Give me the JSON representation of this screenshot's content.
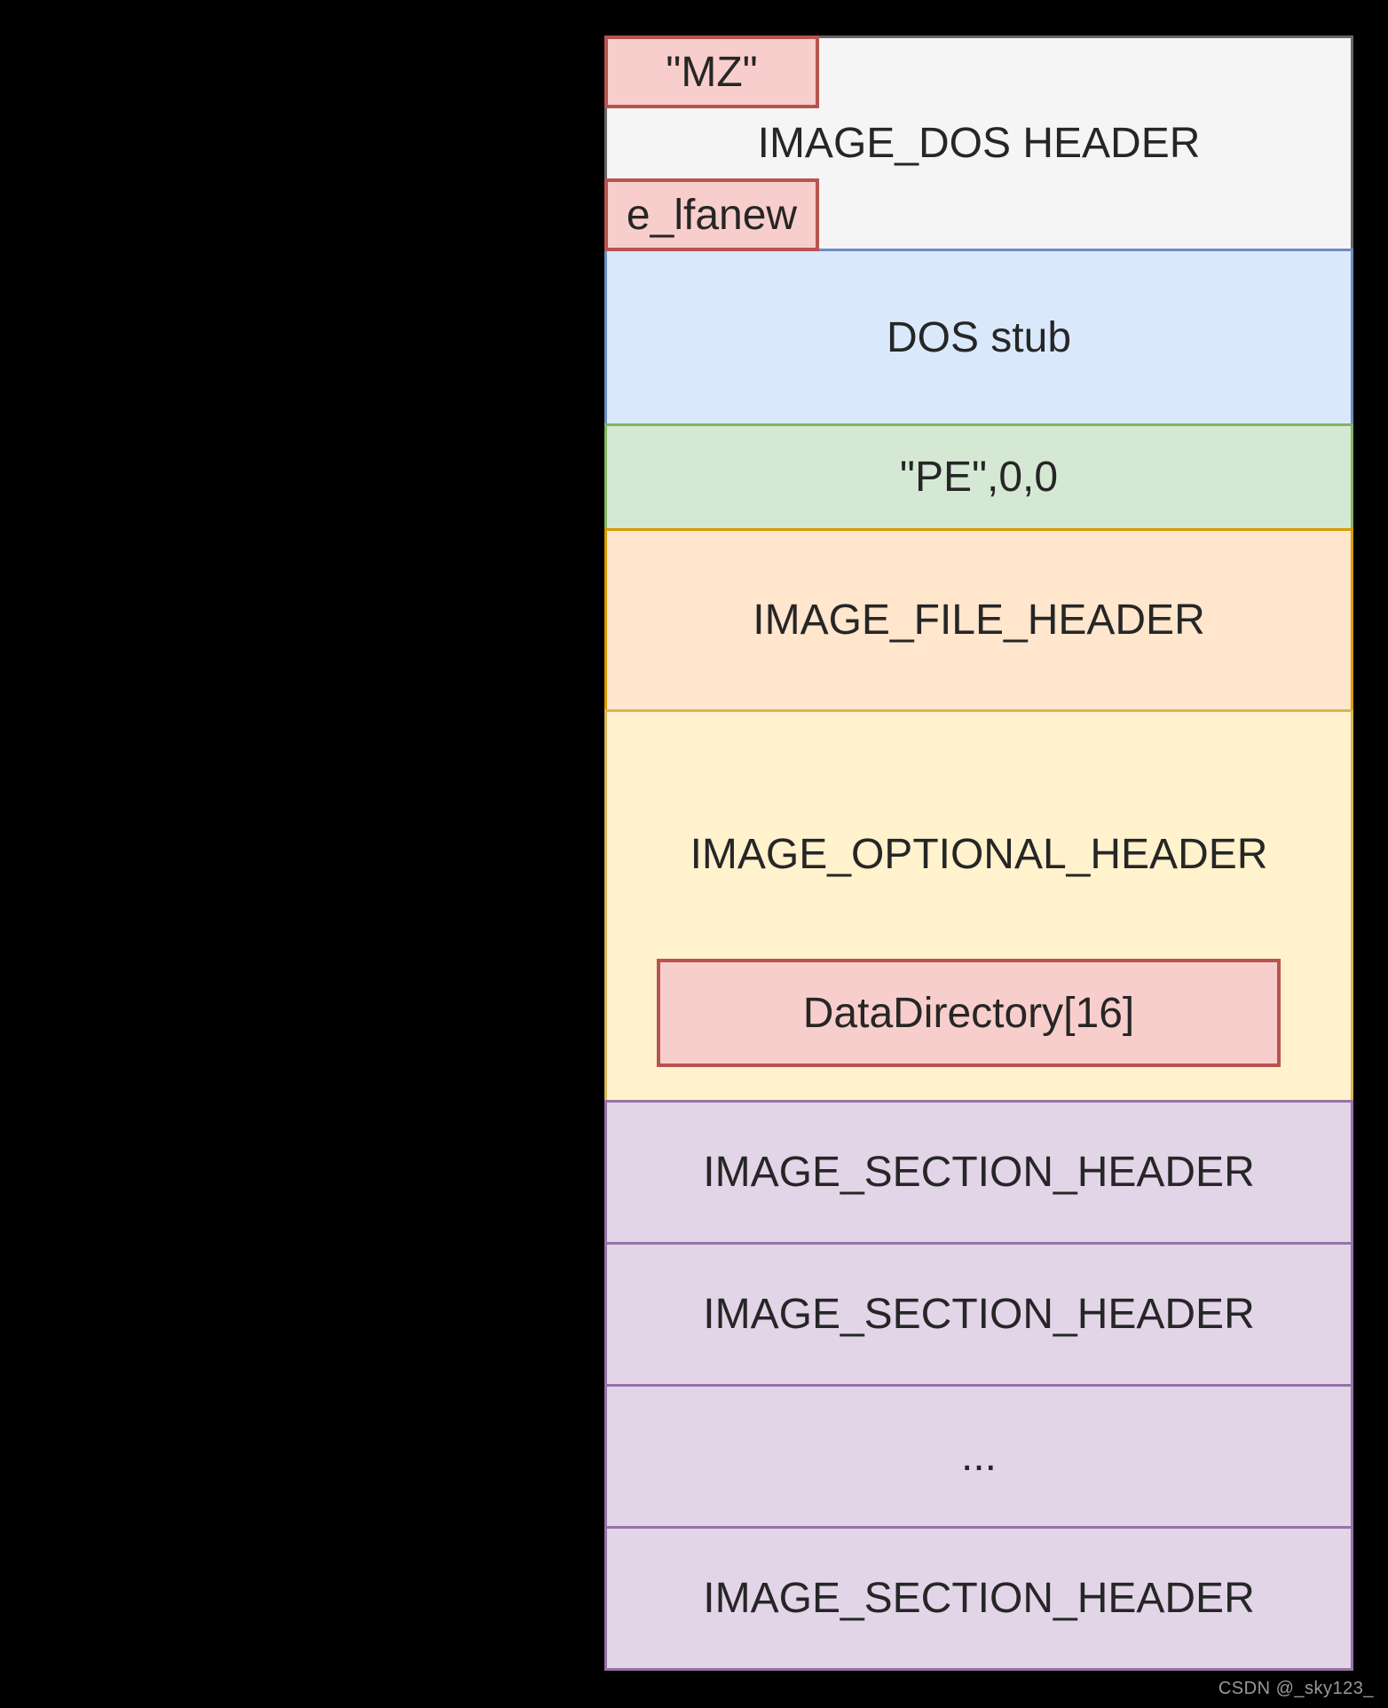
{
  "diagram": {
    "description_colors": {
      "background": "#000000",
      "red_fill": "#f8cecc",
      "red_stroke": "#b85450",
      "gray_fill": "#f5f5f5",
      "gray_stroke": "#666666",
      "blue_fill": "#dae8fc",
      "blue_stroke": "#6c8ebf",
      "green_fill": "#d5e8d4",
      "green_stroke": "#82b366",
      "orange_fill": "#ffe6cc",
      "orange_stroke": "#d79b00",
      "yellow_fill": "#fff2cc",
      "yellow_stroke": "#d6b656",
      "purple_fill": "#e1d5e7",
      "purple_stroke": "#9673a6",
      "label_text": "#262626"
    },
    "blocks": {
      "mz_tag": {
        "label": "\"MZ\"",
        "fill": "#f8cecc",
        "stroke": "#b85450"
      },
      "dos_header": {
        "label": "IMAGE_DOS HEADER",
        "fill": "#f5f5f5",
        "stroke": "#666666"
      },
      "e_lfanew": {
        "label": "e_lfanew",
        "fill": "#f8cecc",
        "stroke": "#b85450"
      },
      "dos_stub": {
        "label": "DOS stub",
        "fill": "#dae8fc",
        "stroke": "#6c8ebf"
      },
      "pe_signature": {
        "label": "\"PE\",0,0",
        "fill": "#d5e8d4",
        "stroke": "#82b366"
      },
      "file_header": {
        "label": "IMAGE_FILE_HEADER",
        "fill": "#ffe6cc",
        "stroke": "#d79b00"
      },
      "optional_header": {
        "label": "IMAGE_OPTIONAL_HEADER",
        "fill": "#fff2cc",
        "stroke": "#d6b656"
      },
      "data_directory": {
        "label": "DataDirectory[16]",
        "fill": "#f8cecc",
        "stroke": "#b85450"
      },
      "section_header_1": {
        "label": "IMAGE_SECTION_HEADER",
        "fill": "#e1d5e7",
        "stroke": "#9673a6"
      },
      "section_header_2": {
        "label": "IMAGE_SECTION_HEADER",
        "fill": "#e1d5e7",
        "stroke": "#9673a6"
      },
      "ellipsis": {
        "label": "...",
        "fill": "#e1d5e7",
        "stroke": "#9673a6"
      },
      "section_header_3": {
        "label": "IMAGE_SECTION_HEADER",
        "fill": "#e1d5e7",
        "stroke": "#9673a6"
      }
    }
  },
  "watermark": {
    "text": "CSDN @_sky123_"
  }
}
